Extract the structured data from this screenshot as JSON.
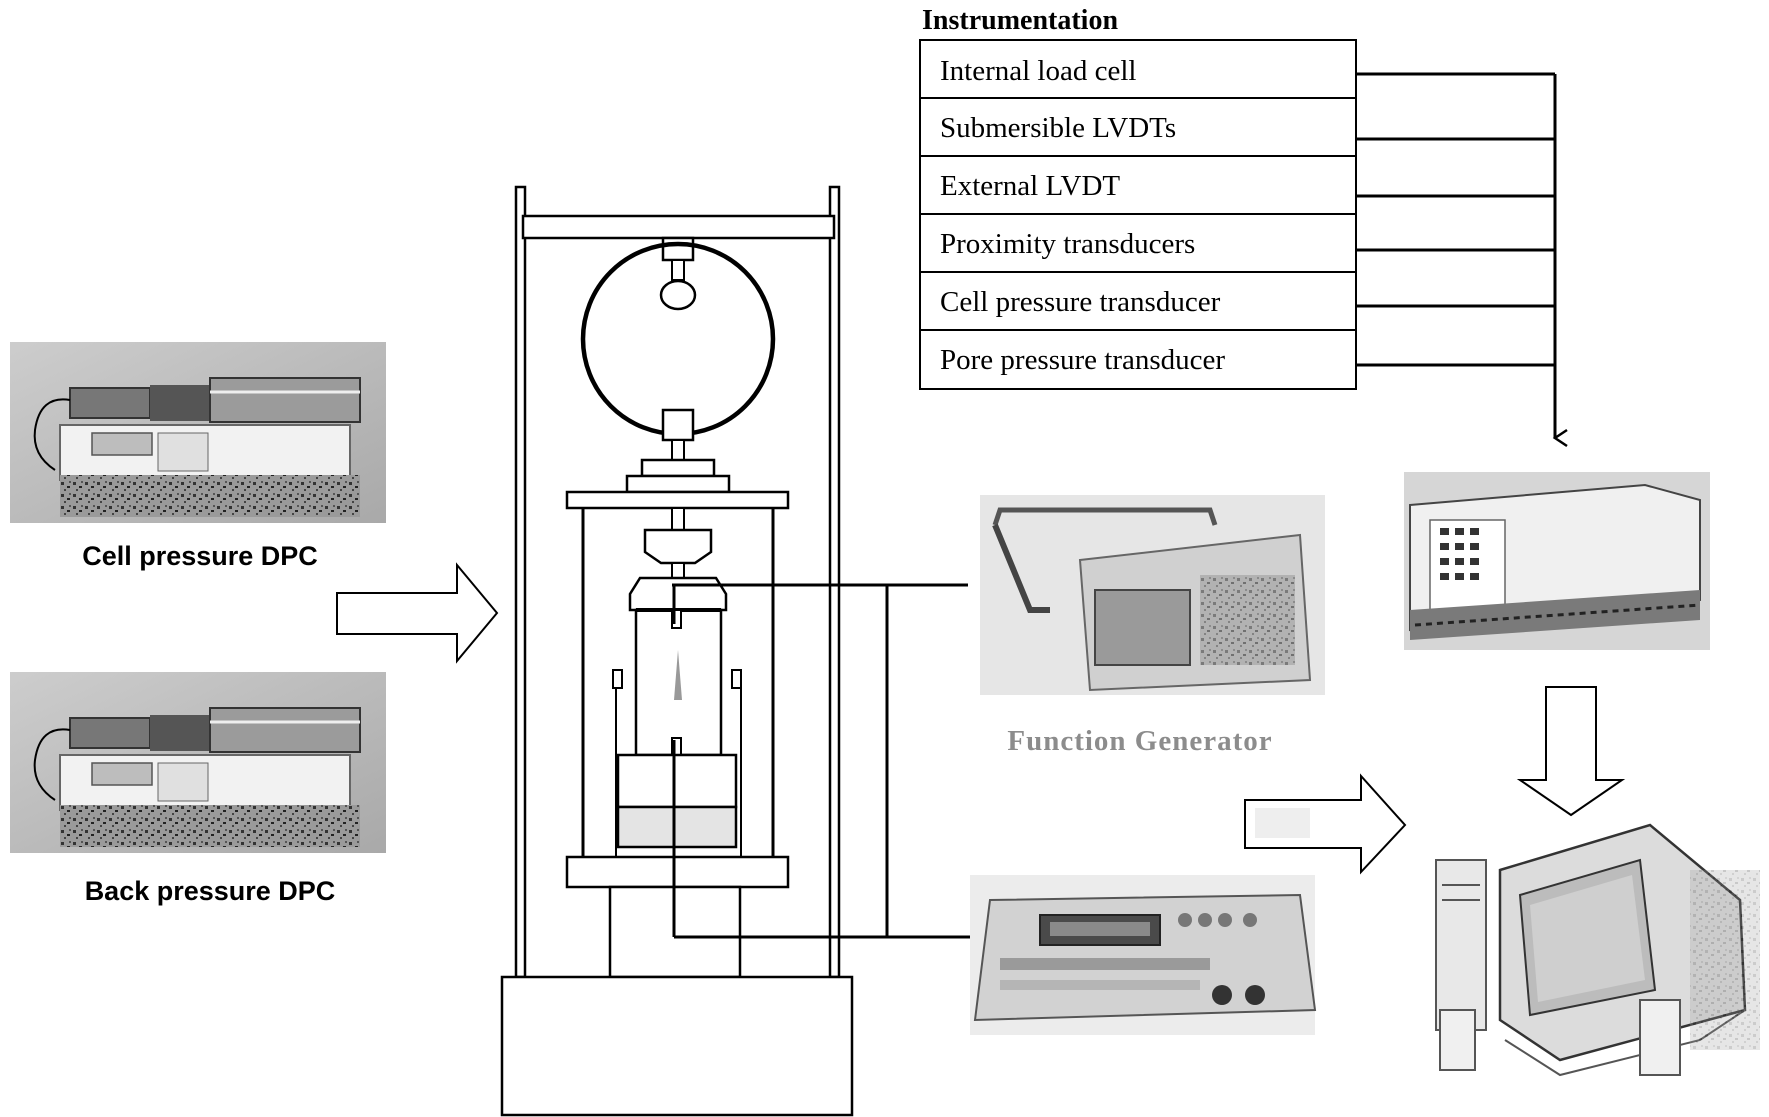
{
  "instrumentation": {
    "title": "Instrumentation",
    "items": [
      "Internal load cell",
      "Submersible LVDTs",
      "External LVDT",
      "Proximity transducers",
      "Cell pressure transducer",
      "Pore pressure transducer"
    ]
  },
  "devices": {
    "cell_pressure_label": "Cell pressure DPC",
    "back_pressure_label": "Back pressure DPC",
    "function_generator_label": "Function Generator"
  },
  "icons": {
    "cell_pressure_dpc": "pressure-controller-icon",
    "back_pressure_dpc": "pressure-controller-icon",
    "oscilloscope": "oscilloscope-icon",
    "function_generator": "function-generator-icon",
    "data_logger": "data-logger-icon",
    "computer": "computer-icon",
    "load_frame": "triaxial-load-frame"
  }
}
